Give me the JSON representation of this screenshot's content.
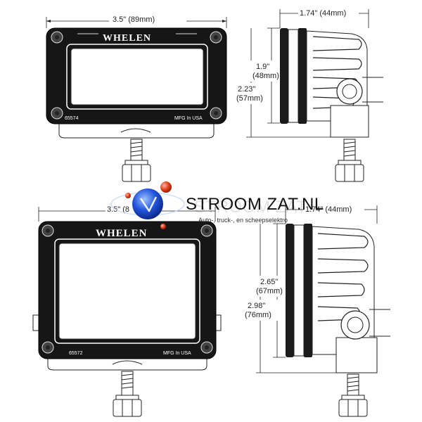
{
  "top_light": {
    "brand": "WHELEN",
    "part_number": "65574",
    "mfg": "MFG In USA",
    "width_label": "3.5\" (89mm)",
    "depth_label": "1.74\" (44mm)",
    "height1_in": "1.9\"",
    "height1_mm": "(48mm)",
    "height2_in": "2.23\"",
    "height2_mm": "(57mm)"
  },
  "bottom_light": {
    "brand": "WHELEN",
    "part_number": "65572",
    "mfg": "MFG In USA",
    "width_label": "3.5\" (8",
    "depth_label": "1.74\" (44mm)",
    "height1_in": "2.65\"",
    "height1_mm": "(67mm)",
    "height2_in": "2.98\"",
    "height2_mm": "(76mm)"
  },
  "watermark": {
    "title": "STROOM ZAT.NL",
    "subtitle": "Auto-, truck-, en scheepselektro",
    "ghost": "STROOM ZAT"
  }
}
